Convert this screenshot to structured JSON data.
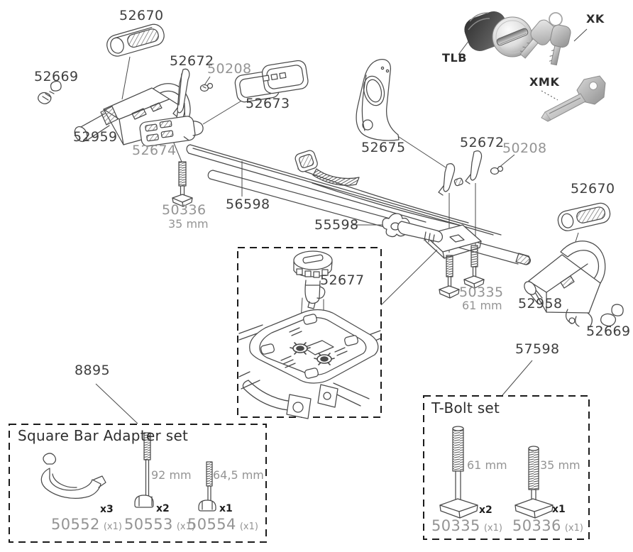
{
  "title": "Bike carrier exploded parts diagram",
  "colors": {
    "ink": "#3f3f3f",
    "muted": "#949494",
    "line": "#4a4a4a",
    "box_dash": "#1b1b1b"
  },
  "callouts": {
    "pad_left": "52670",
    "clip_left": "52669",
    "holder_left": "52959",
    "lever_left": "52672",
    "screw_left": "50208",
    "frame": "52673",
    "plate": "52674",
    "bolt35": "50336",
    "bolt35_len": "35 mm",
    "tray": "56598",
    "tower": "52675",
    "clamp": "55598",
    "lever_right": "52672",
    "screw_right": "50208",
    "pad_right": "52670",
    "bolt61": "50335",
    "bolt61_len": "61 mm",
    "holder_right": "52958",
    "clip_right": "52669",
    "lock": "52677",
    "adapter_set": "8895",
    "tbolt_set": "57598"
  },
  "lock_kit": {
    "cylinder": "TLB",
    "keys": "XK",
    "master_key": "XMK"
  },
  "adapter_set": {
    "title": "Square Bar Adapter set",
    "items": [
      {
        "part": "50552",
        "pack": "(x1)",
        "qty": "x3",
        "length": ""
      },
      {
        "part": "50553",
        "pack": "(x1)",
        "qty": "x2",
        "length": "92 mm"
      },
      {
        "part": "50554",
        "pack": "(x1)",
        "qty": "x1",
        "length": "64,5 mm"
      }
    ]
  },
  "tbolt_set": {
    "title": "T-Bolt set",
    "items": [
      {
        "part": "50335",
        "pack": "(x1)",
        "qty": "x2",
        "length": "61 mm"
      },
      {
        "part": "50336",
        "pack": "(x1)",
        "qty": "x1",
        "length": "35 mm"
      }
    ]
  }
}
